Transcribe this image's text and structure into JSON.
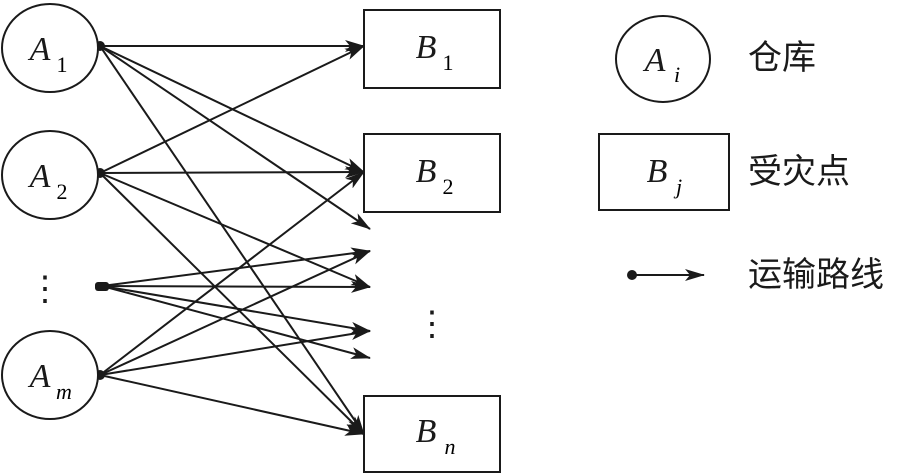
{
  "diagram": {
    "warehouses": [
      {
        "id": "A1",
        "base": "A",
        "sub": "1"
      },
      {
        "id": "A2",
        "base": "A",
        "sub": "2"
      },
      {
        "id": "Am",
        "base": "A",
        "sub": "m"
      }
    ],
    "disaster_points": [
      {
        "id": "B1",
        "base": "B",
        "sub": "1"
      },
      {
        "id": "B2",
        "base": "B",
        "sub": "2"
      },
      {
        "id": "Bn",
        "base": "B",
        "sub": "n"
      }
    ],
    "ellipsis": "⋮",
    "edges": [
      {
        "from": "A1",
        "to": "B1"
      },
      {
        "from": "A1",
        "to": "B2"
      },
      {
        "from": "A1",
        "to": "mid1"
      },
      {
        "from": "A1",
        "to": "Bn"
      },
      {
        "from": "A2",
        "to": "B1"
      },
      {
        "from": "A2",
        "to": "B2"
      },
      {
        "from": "A2",
        "to": "mid3"
      },
      {
        "from": "A2",
        "to": "Bn"
      },
      {
        "from": "Adots",
        "to": "mid2"
      },
      {
        "from": "Adots",
        "to": "mid3"
      },
      {
        "from": "Adots",
        "to": "mid4"
      },
      {
        "from": "Adots",
        "to": "mid5"
      },
      {
        "from": "Am",
        "to": "B2"
      },
      {
        "from": "Am",
        "to": "mid2"
      },
      {
        "from": "Am",
        "to": "mid4"
      },
      {
        "from": "Am",
        "to": "Bn"
      }
    ]
  },
  "legend": {
    "warehouse_symbol": {
      "base": "A",
      "sub": "i"
    },
    "warehouse_label": "仓库",
    "disaster_symbol": {
      "base": "B",
      "sub": "j"
    },
    "disaster_label": "受灾点",
    "route_label": "运输路线"
  }
}
